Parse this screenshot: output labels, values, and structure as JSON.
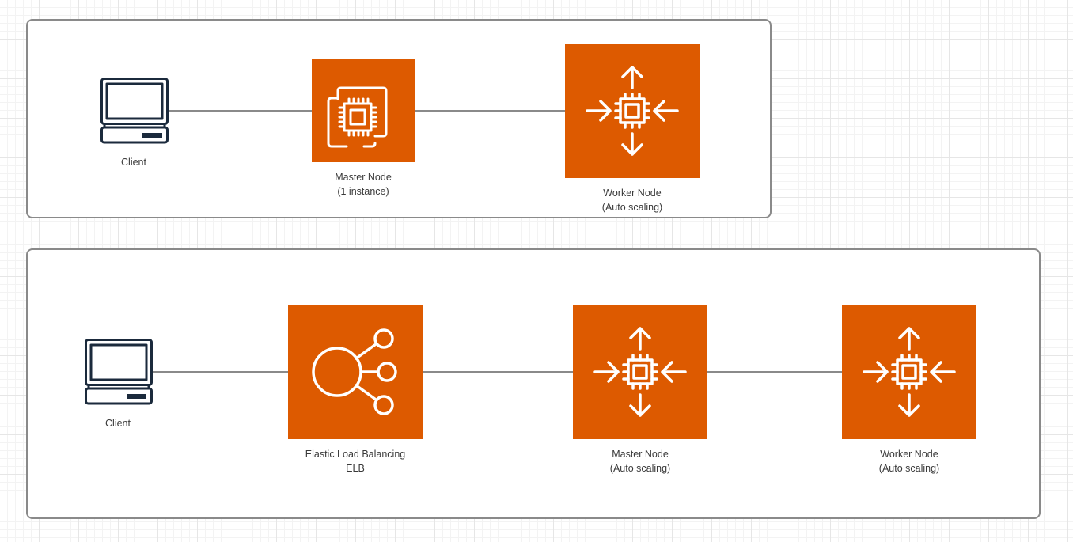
{
  "diagram_top": {
    "client": {
      "label": "Client"
    },
    "master": {
      "line1": "Master Node",
      "line2": "(1 instance)"
    },
    "worker": {
      "line1": "Worker Node",
      "line2": "(Auto scaling)"
    }
  },
  "diagram_bottom": {
    "client": {
      "label": "Client"
    },
    "elb": {
      "line1": "Elastic Load Balancing",
      "line2": "ELB"
    },
    "master": {
      "line1": "Master Node",
      "line2": "(Auto scaling)"
    },
    "worker": {
      "line1": "Worker Node",
      "line2": "(Auto scaling)"
    }
  },
  "colors": {
    "aws_orange": "#dd5a00",
    "connector": "#8a8a8a",
    "icon_dark": "#1b2a3c"
  }
}
